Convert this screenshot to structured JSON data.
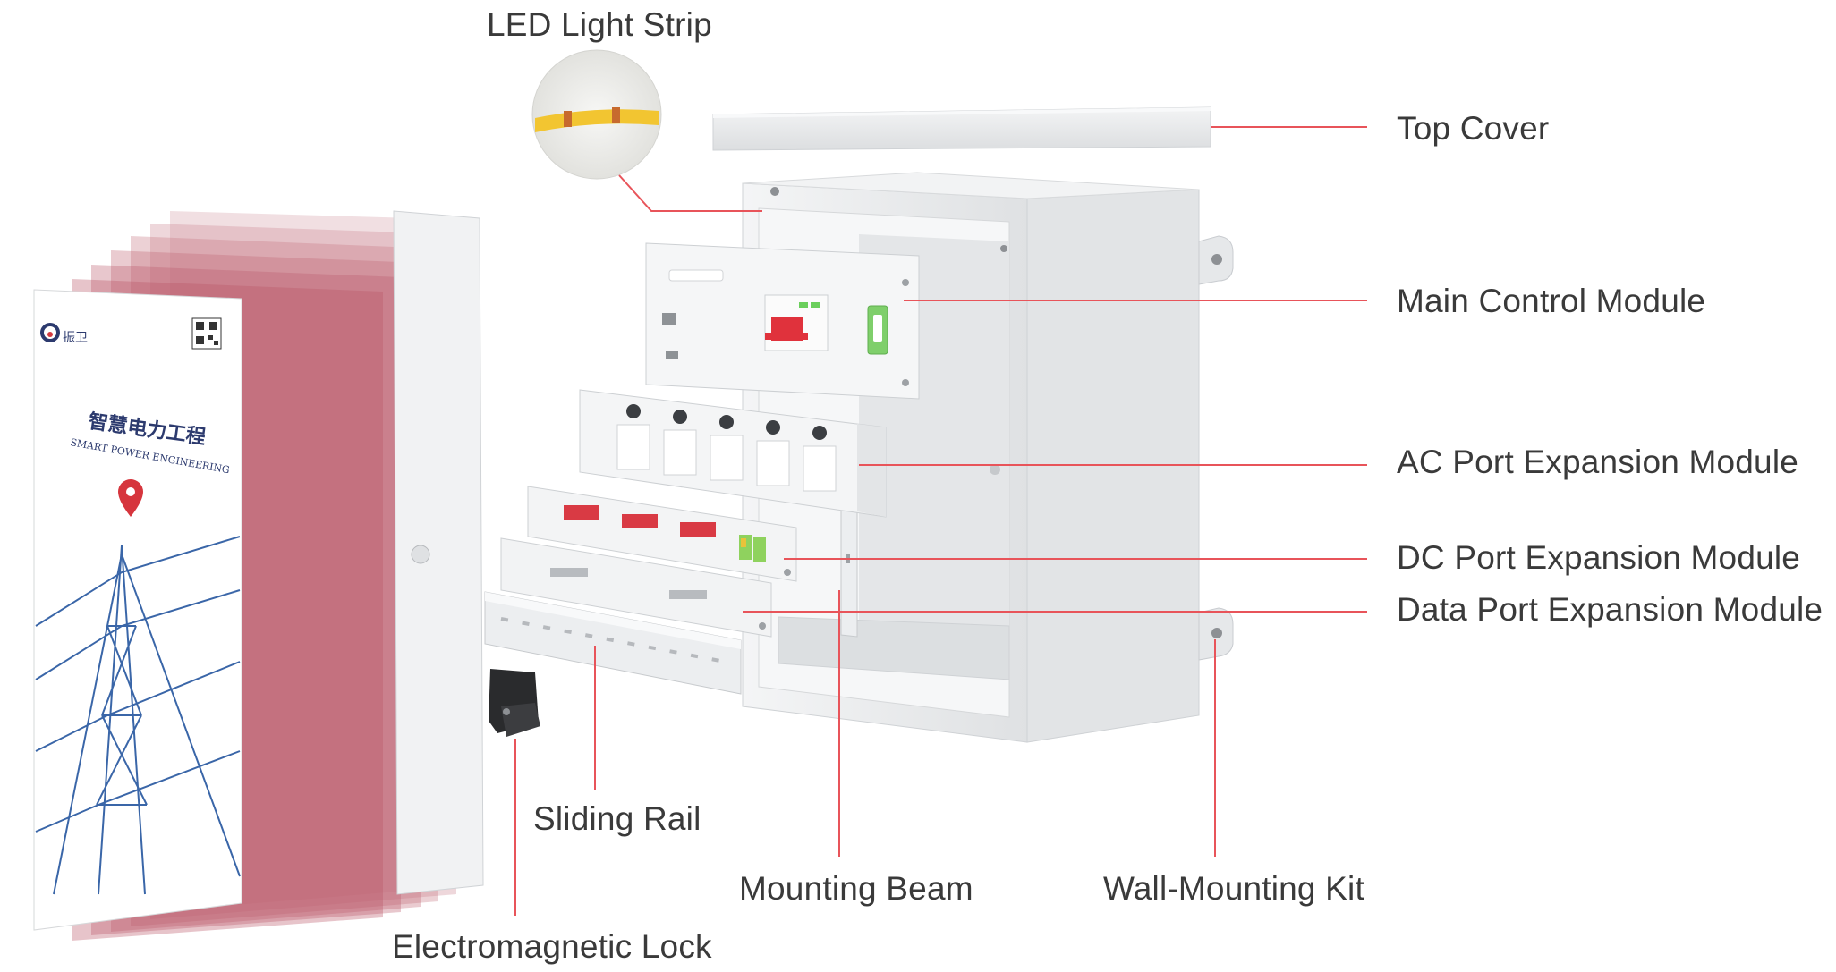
{
  "callouts": {
    "led_light_strip": "LED Light Strip",
    "top_cover": "Top Cover",
    "main_control_module": "Main Control Module",
    "ac_port_expansion_module": "AC Port Expansion Module",
    "dc_port_expansion_module": "DC Port Expansion Module",
    "data_port_expansion_module": "Data Port Expansion Module",
    "sliding_rail": "Sliding Rail",
    "mounting_beam": "Mounting Beam",
    "wall_mounting_kit": "Wall-Mounting Kit",
    "electromagnetic_lock": "Electromagnetic Lock"
  },
  "door_graphic": {
    "title_cn": "智慧电力工程",
    "subtitle_en": "SMART POWER ENGINEERING",
    "logo_text": "振卫"
  },
  "colors": {
    "leader_line": "#e8545a",
    "label_text": "#3a3a3a",
    "enclosure": "#e9ebec",
    "door_tint": "#c9646f",
    "breaker_red": "#e0323c",
    "terminal_green": "#7fcf6b",
    "led_strip": "#f2c531"
  }
}
